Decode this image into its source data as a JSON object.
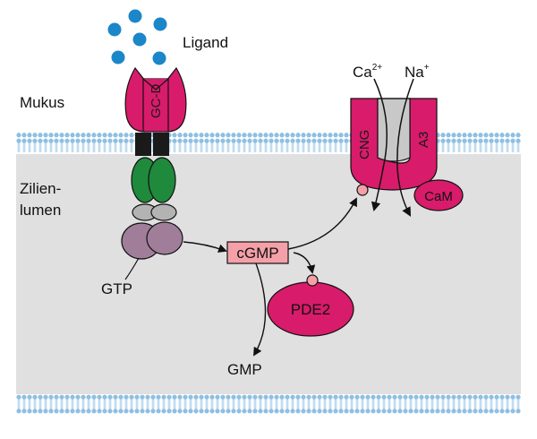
{
  "labels": {
    "ligand": "Ligand",
    "mukus": "Mukus",
    "zilien_line1": "Zilien-",
    "zilien_line2": "lumen",
    "gcd": "GC-D",
    "gtp": "GTP",
    "cgmp": "cGMP",
    "pde2": "PDE2",
    "gmp": "GMP",
    "ca": "Ca",
    "ca_charge": "2+",
    "na": "Na",
    "na_charge": "+",
    "cng": "CNG",
    "a3": "A3",
    "cam": "CaM"
  },
  "colors": {
    "ligand": "#1b86c8",
    "magenta": "#d81b6a",
    "membrane": "#9cc6e6",
    "lumen": "#e0e0e0",
    "green": "#1f8a3c",
    "gray_disc": "#b3b3b3",
    "purple": "#a07e9a",
    "cgmp_box": "#f4a0a8",
    "channel_pore": "#c8c8c8"
  }
}
